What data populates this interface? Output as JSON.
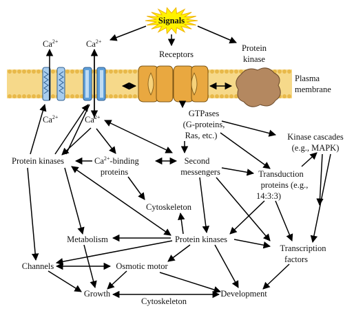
{
  "diagram": {
    "signals": "Signals",
    "receptors": "Receptors",
    "protein_kinase_top": [
      "Protein",
      "kinase"
    ],
    "plasma_membrane": [
      "Plasma",
      "membrane"
    ],
    "ca_base": "Ca",
    "ca_sup": "2+",
    "gtpases": [
      "GTPases",
      "(G-proteins,",
      "Ras, etc.)"
    ],
    "kinase_cascades": [
      "Kinase cascades",
      "(e.g., MAPK)"
    ],
    "protein_kinases_left": "Protein kinases",
    "ca_binding": [
      "-binding",
      "proteins"
    ],
    "second_messengers": [
      "Second",
      "messengers"
    ],
    "transduction": [
      "Transduction",
      "proteins (e.g.,",
      "14:3:3)"
    ],
    "cytoskeleton_mid": "Cytoskeleton",
    "metabolism": "Metabolism",
    "protein_kinases_center": "Protein kinases",
    "transcription_factors": [
      "Transcription",
      "factors"
    ],
    "channels": "Channels",
    "osmotic_motor": "Osmotic motor",
    "growth": "Growth",
    "development": "Development",
    "cytoskeleton_bottom": "Cytoskeleton"
  },
  "colors": {
    "signals_star_fill": "#fff200",
    "signals_star_stroke": "#f0b400",
    "membrane": "#f6d98a",
    "membrane_heads": "#e8b94a",
    "ca_channel_fill": "#a9cdee",
    "ca_channel_dark": "#3f7fc0",
    "receptor_fill": "#e9a840",
    "receptor_inner": "#f7d27a",
    "protein_kinase_fill": "#b48860",
    "arrow": "#000000"
  },
  "icons": [
    "signals-star-icon",
    "ca-channel-icon",
    "receptor-icon",
    "protein-kinase-blob-icon",
    "arrow-icon"
  ]
}
